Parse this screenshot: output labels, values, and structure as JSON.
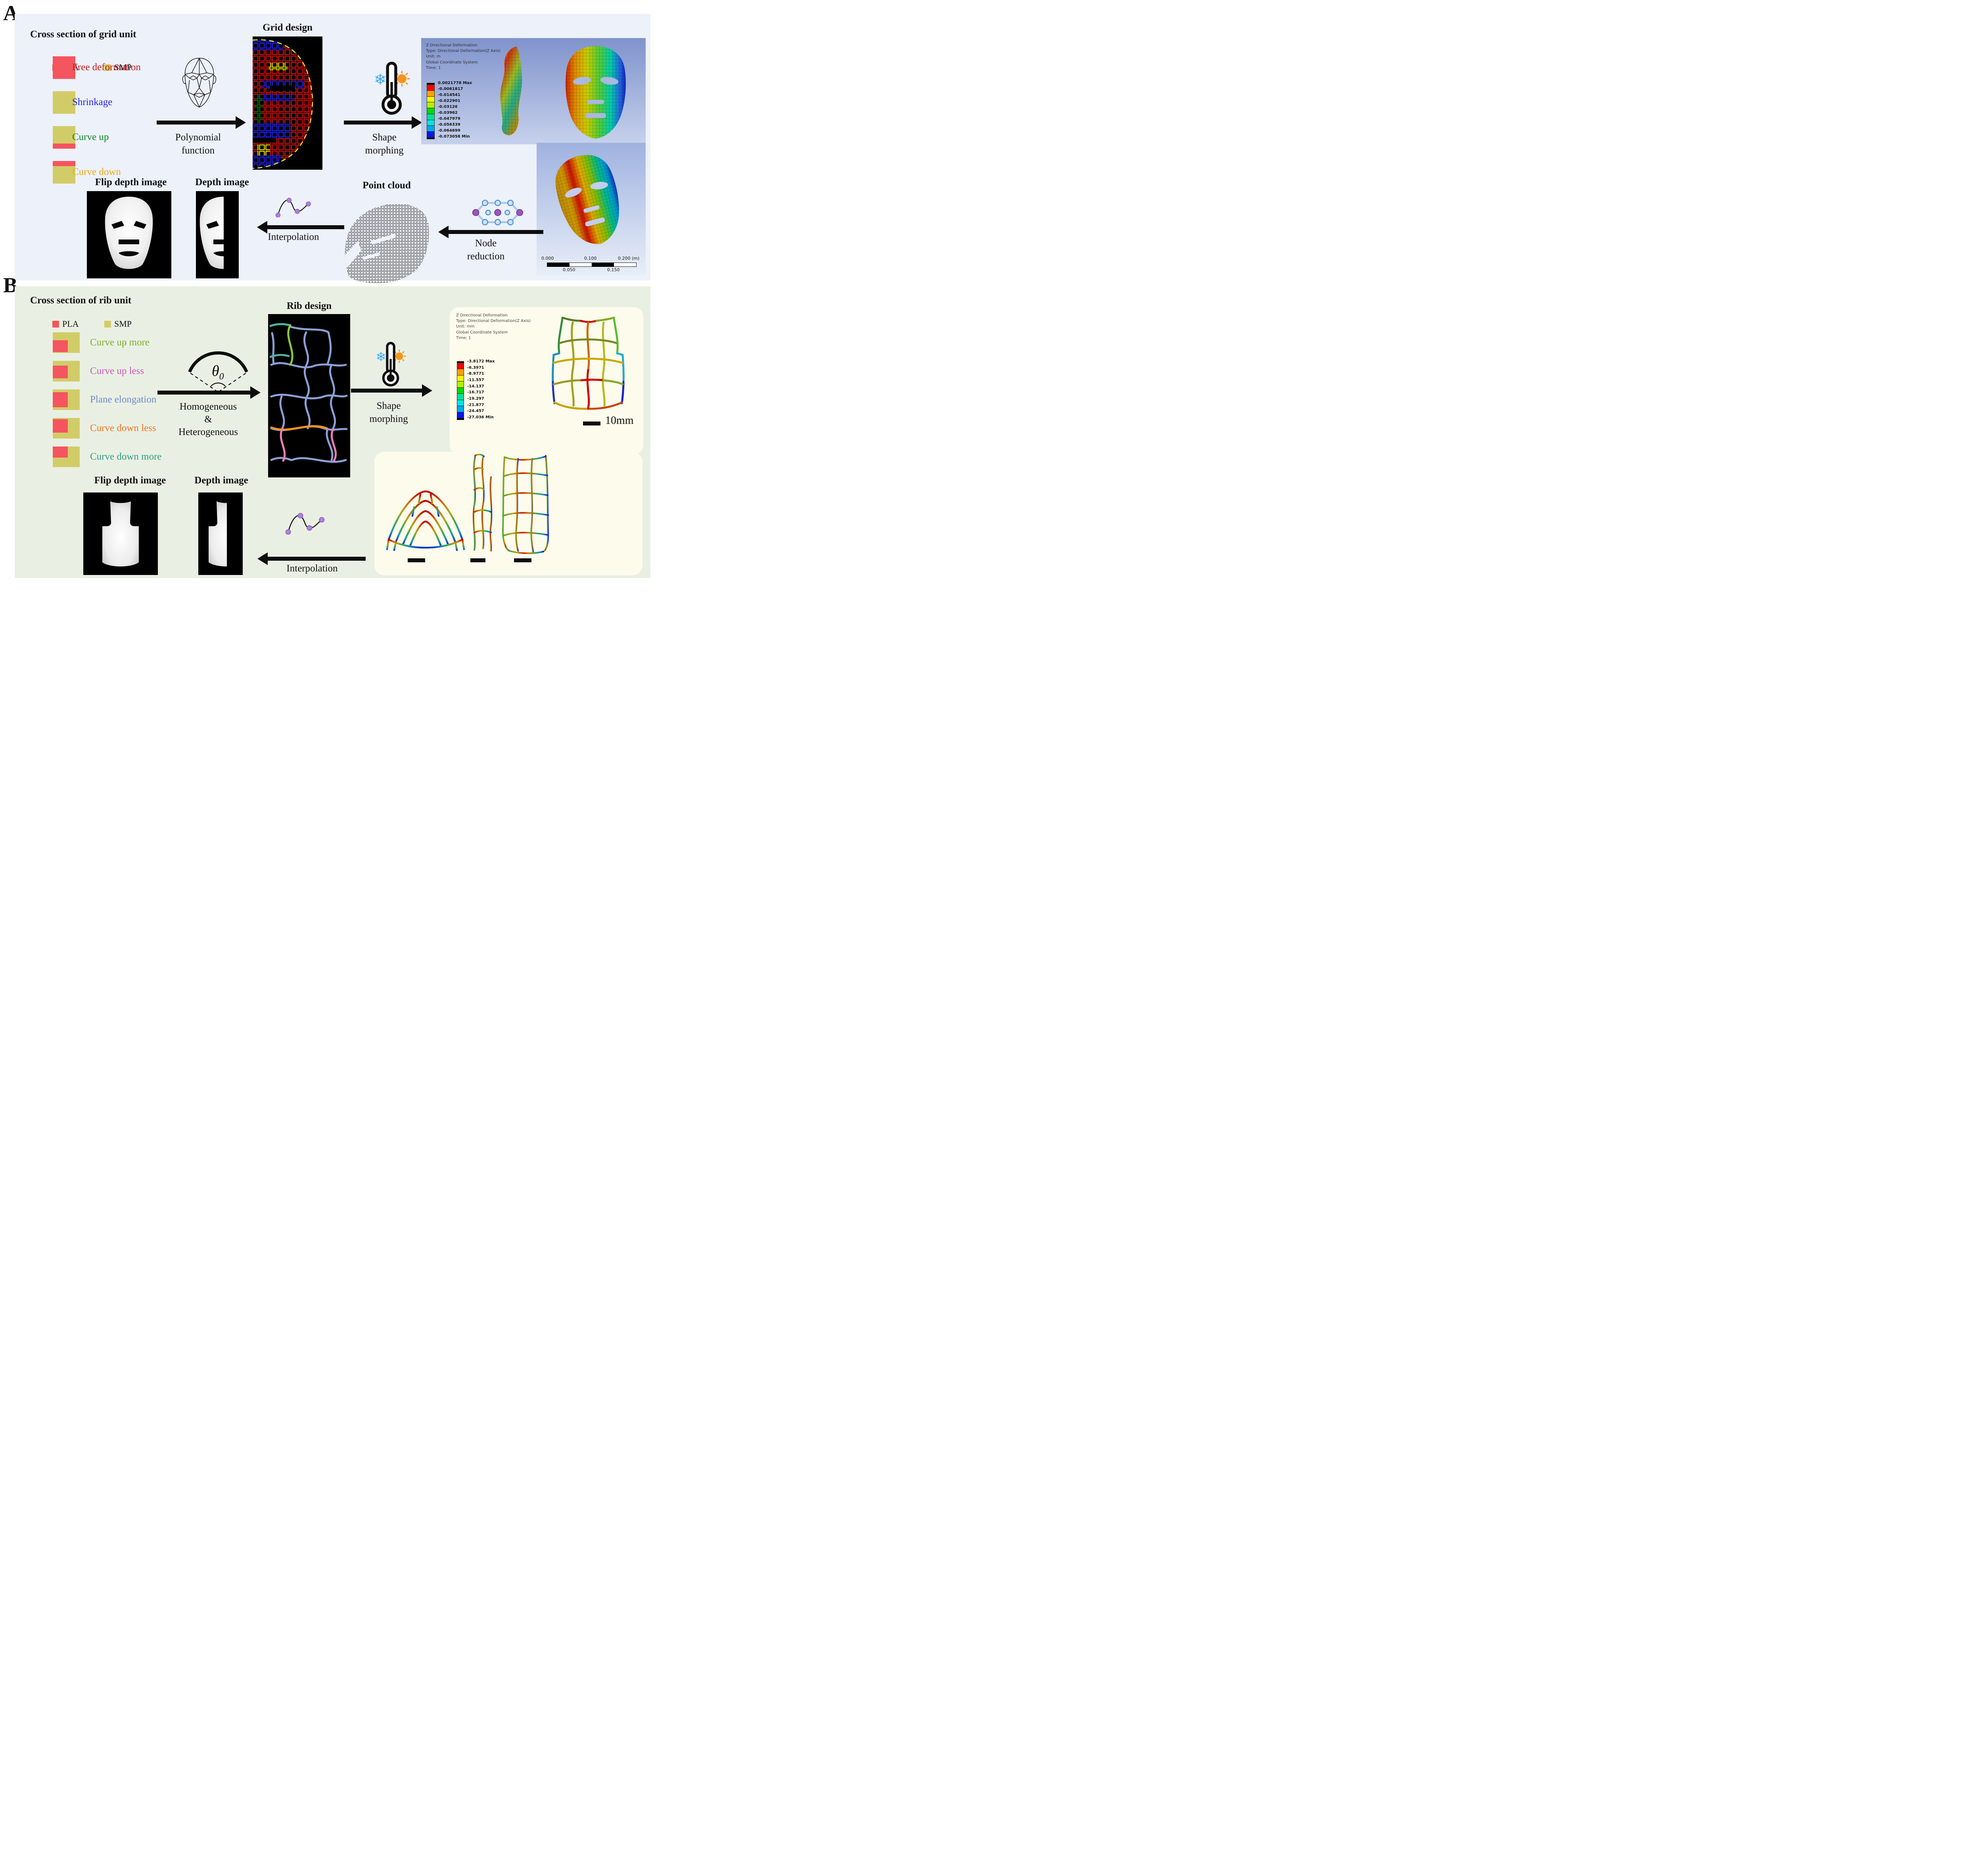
{
  "colors": {
    "pla": "#f4555e",
    "smp": "#d2cc68",
    "panel_a_bg": "#edf1fa",
    "panel_b_bg": "#e9f0e3",
    "cream_bg": "#fdfbec",
    "accent_purple": "#b07fd8",
    "colorbar": [
      "#ff0000",
      "#ffa000",
      "#fff500",
      "#b0f000",
      "#00dc00",
      "#00e0a0",
      "#00e4e4",
      "#00a8f0",
      "#0018f0"
    ]
  },
  "panel_a": {
    "label": "A",
    "title": "Cross section of grid unit",
    "materials": {
      "pla": "PLA",
      "smp": "SMP"
    },
    "legend": [
      {
        "label": "Free deformation",
        "color": "#c81c1c"
      },
      {
        "label": "Shrinkage",
        "color": "#2222ee"
      },
      {
        "label": "Curve up",
        "color": "#0e8c2a"
      },
      {
        "label": "Curve down",
        "color": "#eeac12"
      }
    ],
    "grid_design_title": "Grid design",
    "polynomial_label": "Polynomial function",
    "shape_morphing_label": "Shape morphing",
    "ansys_main": {
      "header": [
        "Z Directional Deformation",
        "Type: Directional Deformation(Z Axis)",
        "Unit: m",
        "Global Coordinate System",
        "Time: 1"
      ],
      "values": [
        "0.0021778 Max",
        "-0.0061817",
        "-0.014541",
        "-0.022901",
        "-0.03126",
        "-0.03962",
        "-0.047979",
        "-0.056339",
        "-0.064699",
        "-0.073058 Min"
      ]
    },
    "ruler": {
      "top": [
        "0.000",
        "0.100",
        "0.200 (m)"
      ],
      "bottom": [
        "0.050",
        "0.150"
      ]
    },
    "flip_depth_title": "Flip depth image",
    "depth_title": "Depth image",
    "interpolation_label": "Interpolation",
    "point_cloud_title": "Point cloud",
    "node_reduction_label": "Node reduction"
  },
  "panel_b": {
    "label": "B",
    "title": "Cross section of rib unit",
    "materials": {
      "pla": "PLA",
      "smp": "SMP"
    },
    "legend": [
      {
        "label": "Curve up more",
        "color": "#7cae2d"
      },
      {
        "label": "Curve up less",
        "color": "#d155be"
      },
      {
        "label": "Plane elongation",
        "color": "#6f87c8"
      },
      {
        "label": "Curve down less",
        "color": "#f4731f"
      },
      {
        "label": "Curve down more",
        "color": "#2e9e87"
      }
    ],
    "rib_design_title": "Rib design",
    "theta_label": "θ",
    "theta_sub": "0",
    "homogeneous_lines": [
      "Homogeneous",
      "&",
      "Heterogeneous"
    ],
    "shape_morphing_label": "Shape morphing",
    "ansys_main": {
      "header": [
        "Z Directional Deformation",
        "Type: Directional Deformation(Z Axis)",
        "Unit: mm",
        "Global Coordinate System",
        "Time: 1"
      ],
      "values": [
        "-3.8172 Max",
        "-6.3971",
        "-8.9771",
        "-11.557",
        "-14.137",
        "-16.717",
        "-19.297",
        "-21.877",
        "-24.457",
        "-27.036 Min"
      ]
    },
    "scale_label": "10mm",
    "flip_depth_title": "Flip depth image",
    "depth_title": "Depth image",
    "interpolation_label": "Interpolation"
  }
}
